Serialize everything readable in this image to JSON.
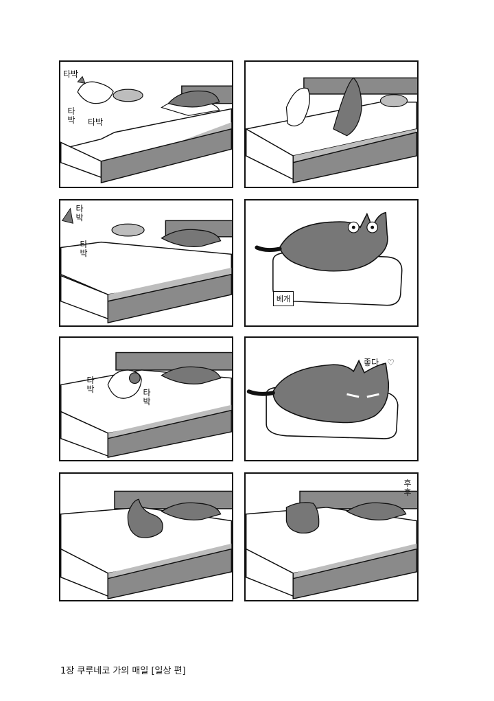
{
  "panels": {
    "p1": {
      "sfx_a": "타박",
      "sfx_b": "타박",
      "sfx_c": "타박"
    },
    "p3": {
      "sfx_a": "타박",
      "sfx_b": "타박"
    },
    "p4": {
      "label": "베개"
    },
    "p5": {
      "sfx_a": "타박",
      "sfx_b": "타박"
    },
    "p6": {
      "speech": "좋다…♡"
    },
    "p8": {
      "sfx": "후후"
    }
  },
  "footer": {
    "text": "1장  쿠루네코 가의 매일 [일상 편]"
  },
  "colors": {
    "gray_fill": "#8a8a8a",
    "light_gray": "#bdbdbd",
    "ink": "#111111"
  },
  "icons": [
    "cat-illustration",
    "bed-illustration",
    "pillow-illustration"
  ]
}
